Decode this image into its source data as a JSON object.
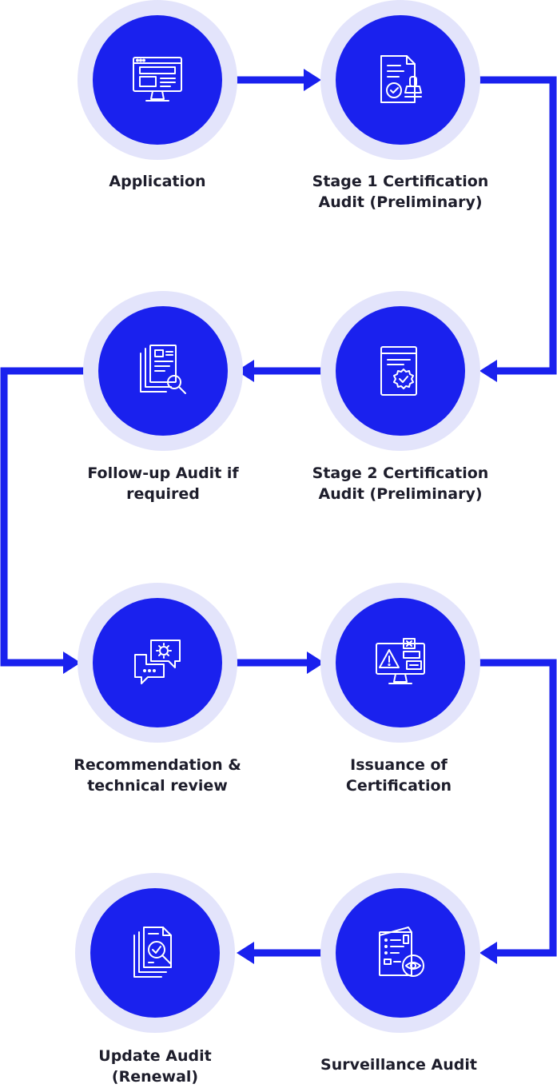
{
  "colors": {
    "accent": "#1a21ee",
    "ring": "#e3e4fb",
    "text": "#1d1d2b",
    "icon_stroke": "#ffffff"
  },
  "steps": [
    {
      "id": "application",
      "icon": "monitor-webpage-icon",
      "label_lines": [
        "Application"
      ]
    },
    {
      "id": "stage1",
      "icon": "certificate-stamp-icon",
      "label_lines": [
        "Stage 1  Certification",
        "Audit (Preliminary)"
      ]
    },
    {
      "id": "stage2",
      "icon": "document-badge-icon",
      "label_lines": [
        "Stage 2  Certification",
        "Audit (Preliminary)"
      ]
    },
    {
      "id": "followup",
      "icon": "document-search-icon",
      "label_lines": [
        "Follow-up  Audit if",
        "required"
      ]
    },
    {
      "id": "recommendation",
      "icon": "chat-gear-icon",
      "label_lines": [
        "Recommendation  &",
        "technical  review"
      ]
    },
    {
      "id": "issuance",
      "icon": "monitor-warning-icon",
      "label_lines": [
        "Issuance of",
        "Certification"
      ]
    },
    {
      "id": "surveillance",
      "icon": "document-eye-icon",
      "label_lines": [
        "Surveillance  Audit"
      ]
    },
    {
      "id": "update",
      "icon": "document-check-search-icon",
      "label_lines": [
        "Update  Audit",
        "(Renewal)"
      ]
    }
  ]
}
